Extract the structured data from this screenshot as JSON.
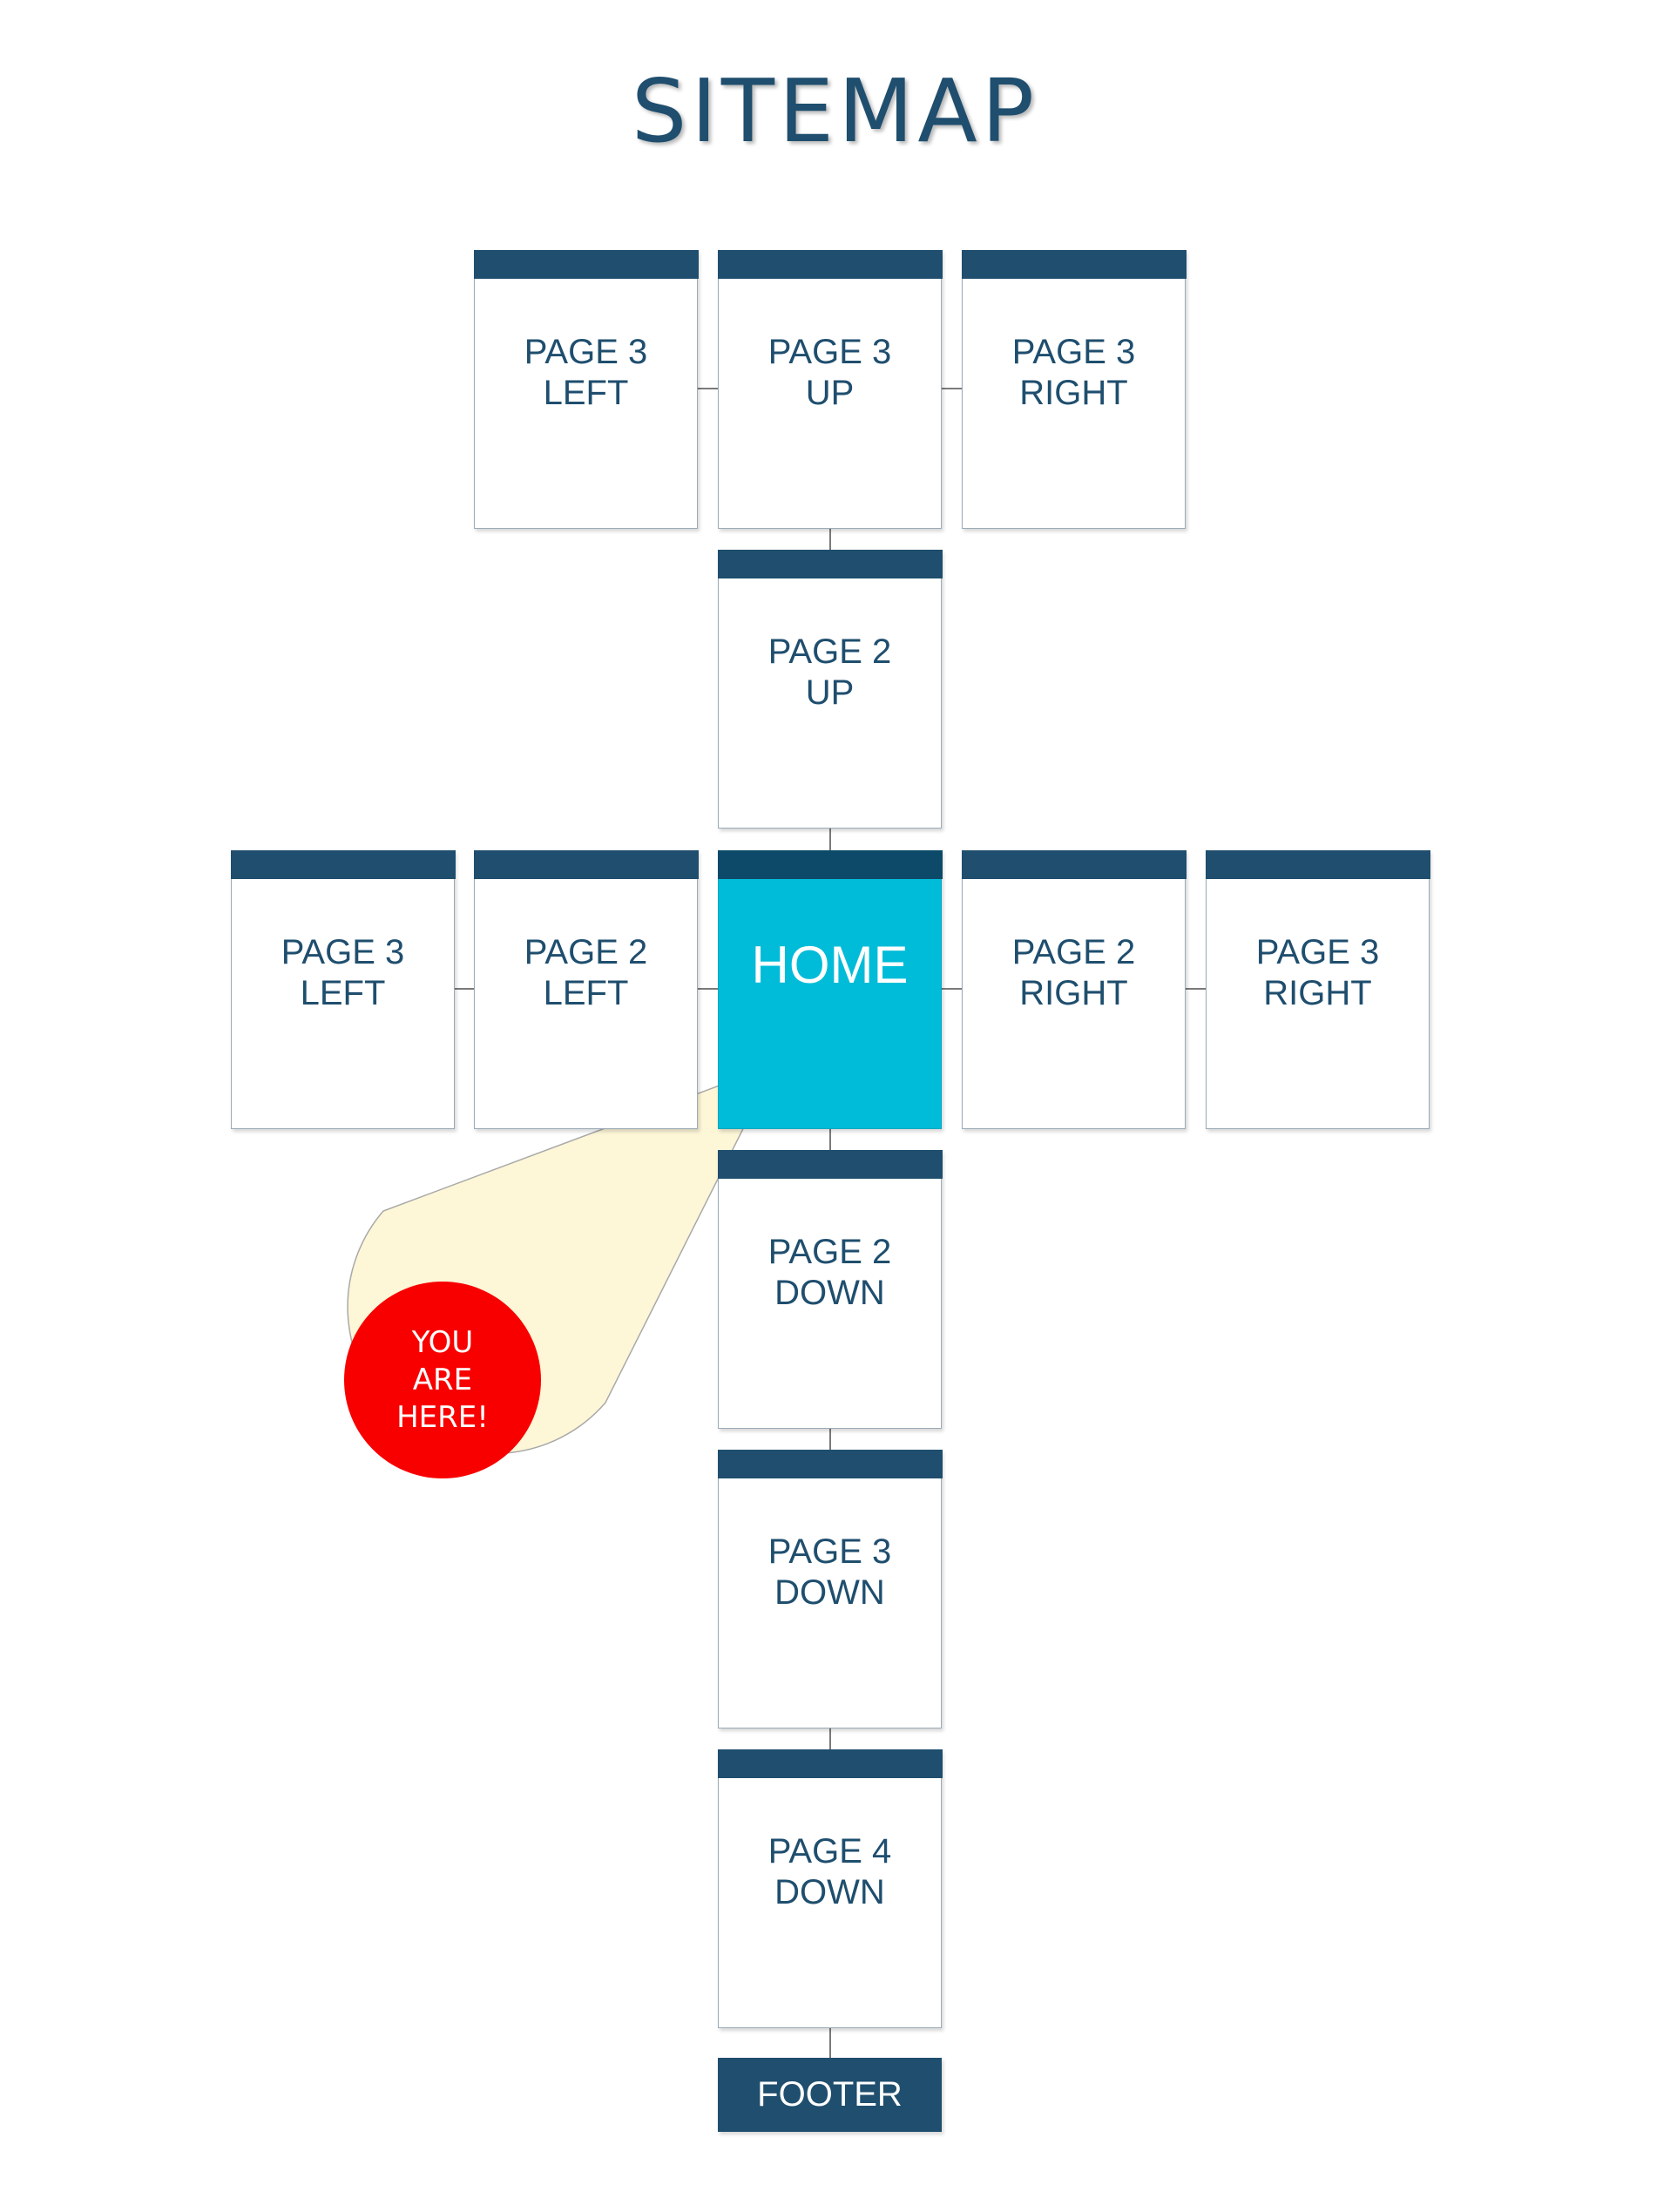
{
  "title": "SITEMAP",
  "home": "HOME",
  "pages": {
    "page3_up_left": "PAGE 3\nLEFT",
    "page3_up": "PAGE 3\nUP",
    "page3_up_right": "PAGE 3\nRIGHT",
    "page2_up": "PAGE 2\nUP",
    "page3_left": "PAGE 3\nLEFT",
    "page2_left": "PAGE 2\nLEFT",
    "page2_right": "PAGE 2\nRIGHT",
    "page3_right": "PAGE 3\nRIGHT",
    "page2_down": "PAGE 2\nDOWN",
    "page3_down": "PAGE 3\nDOWN",
    "page4_down": "PAGE 4\nDOWN"
  },
  "footer": "FOOTER",
  "callout": "YOU\nARE\nHERE!",
  "colors": {
    "navy": "#1f4e6e",
    "home_cyan": "#00bcd8",
    "callout_fill": "#fdf6d7",
    "badge_red": "#f90000",
    "connector_gray": "#7a7a7a"
  }
}
